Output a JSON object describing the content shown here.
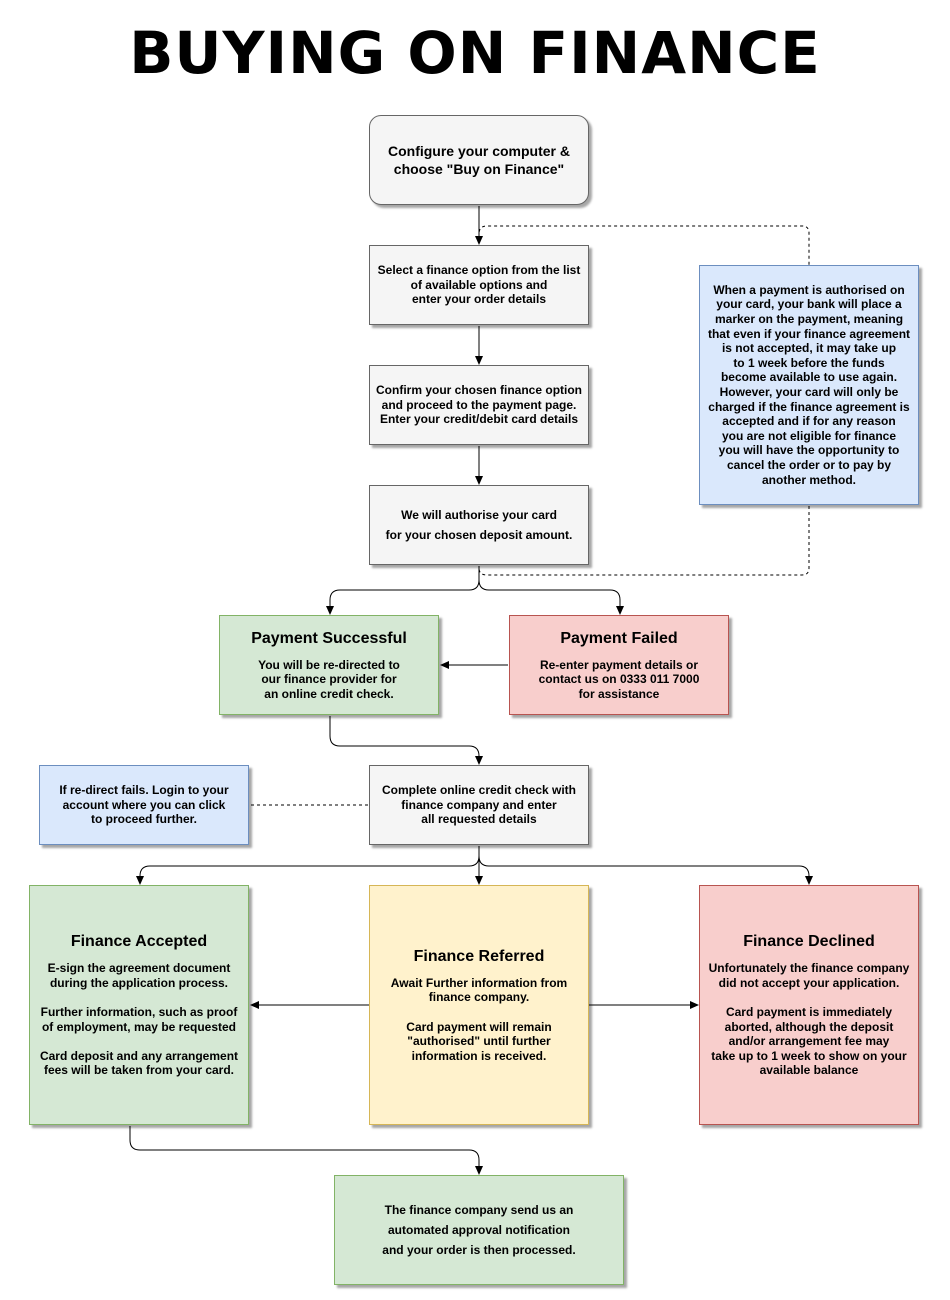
{
  "title": "BUYING ON FINANCE",
  "colors": {
    "grey_fill": "#f5f5f5",
    "grey_stroke": "#666666",
    "green_fill": "#d5e8d4",
    "green_stroke": "#82b366",
    "red_fill": "#f8cecc",
    "red_stroke": "#b85450",
    "blue_fill": "#dae8fc",
    "blue_stroke": "#6c8ebf",
    "yellow_fill": "#fff2cc",
    "yellow_stroke": "#d6b656"
  },
  "steps": {
    "configure": "Configure your computer &\nchoose \"Buy on Finance\"",
    "select_option": "Select a finance option from the list\nof available options and\nenter your order details",
    "confirm_option": "Confirm your chosen finance option\nand proceed to the payment page.\nEnter your credit/debit card details",
    "authorise": "We will authorise your card\nfor your chosen deposit amount.",
    "credit_check": "Complete online credit check with\nfinance company and enter\nall requested details",
    "final": "The finance company send us an\nautomated approval notification\nand your order is then processed."
  },
  "notes": {
    "authorisation_note": "When a payment is authorised on\nyour card, your bank will place a\nmarker on the payment, meaning\nthat even if your finance agreement\nis not accepted, it may take up\nto 1 week  before the funds\nbecome available to use again.\nHowever, your card will only be\ncharged if the finance agreement is\naccepted and if for any reason\nyou are not eligible for finance\nyou will have the opportunity to\ncancel the order  or to pay by\nanother method.",
    "redirect_note": "If re-direct fails. Login to your\naccount where you can click\nto proceed further."
  },
  "payment_successful": {
    "heading": "Payment Successful",
    "body": "You will be re-directed to\nour finance provider for\nan online credit check."
  },
  "payment_failed": {
    "heading": "Payment Failed",
    "body": "Re-enter payment details or\ncontact us on 0333 011 7000\nfor assistance"
  },
  "finance_accepted": {
    "heading": "Finance Accepted",
    "body": "E-sign the agreement document\nduring the application process.\n\nFurther information, such as proof\nof employment, may be requested\n\nCard deposit and any arrangement\nfees will be taken from your card."
  },
  "finance_referred": {
    "heading": "Finance Referred",
    "body": "Await Further information from\nfinance company.\n\nCard payment will remain\n\"authorised\" until further\ninformation is received."
  },
  "finance_declined": {
    "heading": "Finance Declined",
    "body": "Unfortunately the finance company\ndid not accept your application.\n\nCard payment is immediately\naborted, although the deposit\nand/or arrangement fee may\ntake up to 1 week to show on your\navailable balance"
  }
}
